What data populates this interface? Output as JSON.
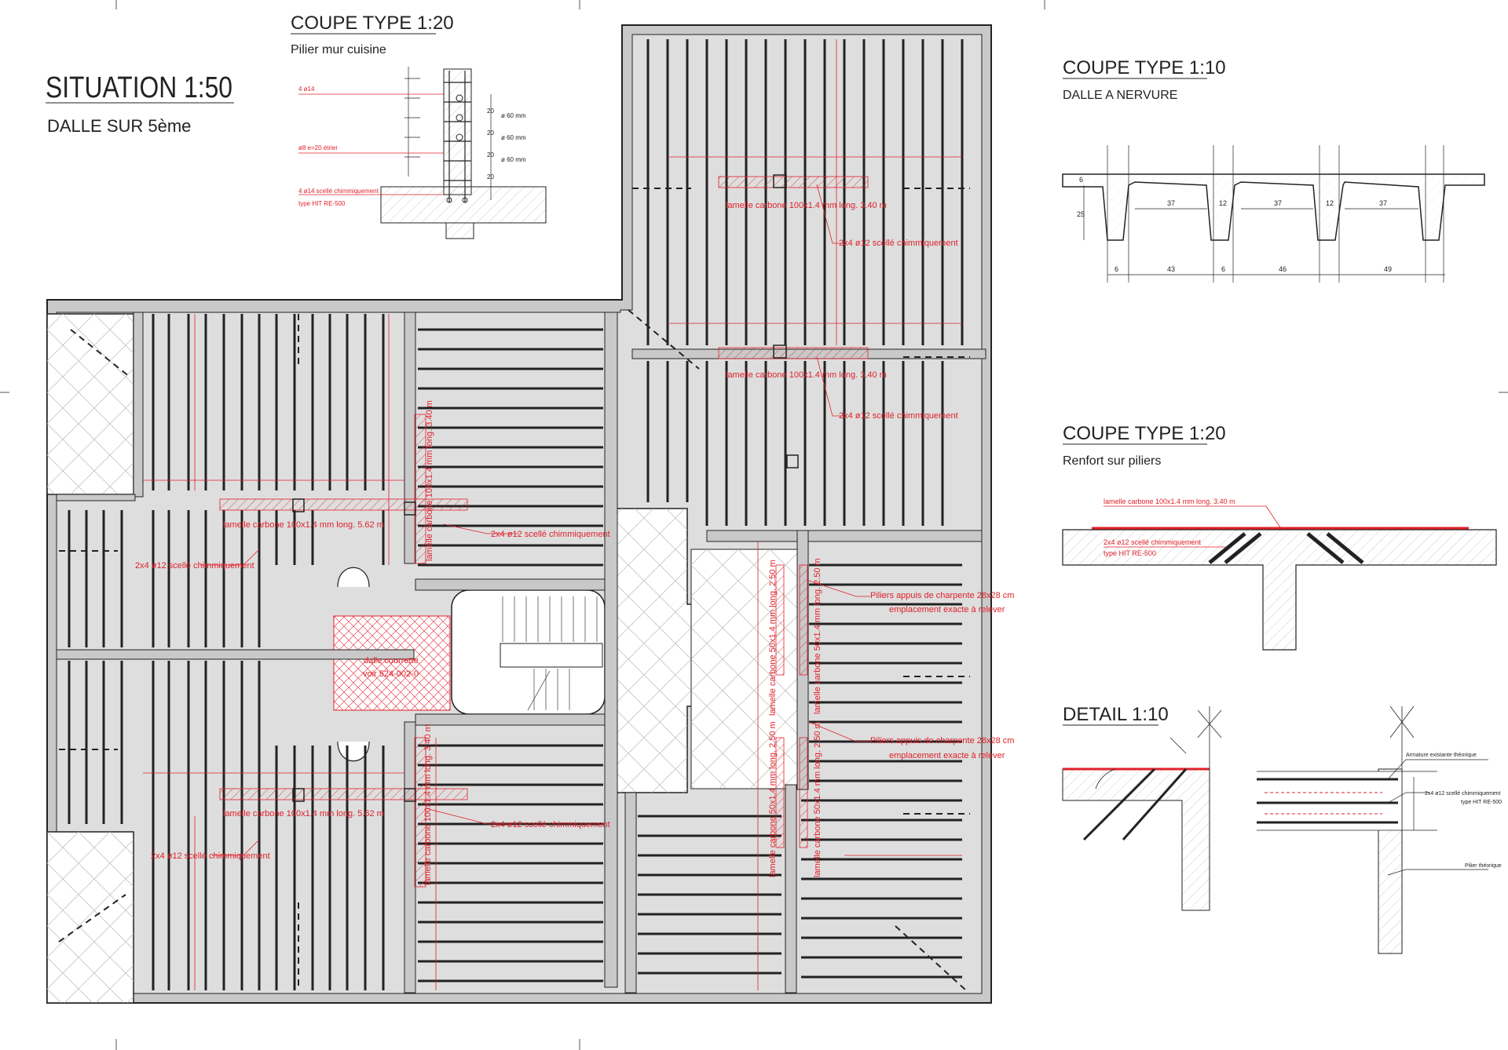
{
  "situation": {
    "title": "SITUATION 1:50",
    "subtitle": "DALLE SUR 5ème"
  },
  "coupe_pilier": {
    "title": "COUPE TYPE 1:20",
    "subtitle": "Pilier mur cuisine",
    "notes": [
      "4 ø14",
      "ø8 e=20 étrier",
      "4 ø14 scellé chimmiquement",
      "type HIT RE-500"
    ],
    "dims": [
      "ø 60 mm",
      "ø 60 mm",
      "ø 60 mm",
      "20",
      "20",
      "20",
      "20"
    ]
  },
  "coupe_nervure": {
    "title": "COUPE TYPE 1:10",
    "subtitle": "DALLE A NERVURE",
    "dims_top": [
      "37",
      "12",
      "37",
      "12",
      "37"
    ],
    "dims_bottom": [
      "6",
      "43",
      "6",
      "46",
      "49"
    ],
    "dims_side": [
      "6",
      "25"
    ]
  },
  "coupe_piliers": {
    "title": "COUPE TYPE 1:20",
    "subtitle": "Renfort sur piliers",
    "note1": "lamelle carbone 100x1.4 mm long. 3.40 m",
    "note2": "2x4 ø12 scellé chimmiquement",
    "note3": "type HIT RE-500"
  },
  "detail": {
    "title": "DETAIL 1:10",
    "notes": [
      "Armature existante théorique",
      "2x4 ø12 scellé chimmiquement",
      "type HIT RE-500",
      "Pilier théorique"
    ]
  },
  "plan_labels": {
    "lamelle_562_a": "lamelle carbone 100x1.4 mm long. 5.62 m",
    "lamelle_562_b": "lamelle carbone 100x1.4 mm long. 5.62 m",
    "lamelle_340_a": "lamelle carbone 100x1.4 mm long. 3.40 m",
    "lamelle_340_b": "lamelle carbone 100x1.4 mm long. 3.40 m",
    "lamelle_340_v1": "lamelle carbone 100x1.4 mm long. 3.40 m",
    "lamelle_340_v2": "lamelle carbone 100x1.4 mm long. 3.40 m",
    "lamelle_250_v1": "lamelle carbone 50x1.4 mm long. 2.50 m",
    "lamelle_250_v2": "lamelle carbone 50x1.4 mm long. 2.50 m",
    "lamelle_250_v3": "lamelle carbone 50x1.4 mm long. 2.50 m",
    "lamelle_250_v4": "lamelle carbone 50x1.4 mm long. 2.50 m",
    "scelle_1": "2x4 ø12 scellé chimmiquement",
    "scelle_2": "2x4 ø12 scellé chimmiquement",
    "scelle_3": "2x4 ø12 scellé chimmiquement",
    "scelle_4": "2x4 ø12 scellé chimmiquement",
    "scelle_5": "2x4 ø12 scellé chimmiquement",
    "scelle_6": "2x4 ø12 scellé chimmiquement",
    "piliers_1a": "Piliers appuis de charpente 28x28 cm",
    "piliers_1b": "emplacement exacte à relever",
    "piliers_2a": "Piliers appuis de charpente 28x28 cm",
    "piliers_2b": "emplacement exacte à relever",
    "dalle_a": "dalle courrette",
    "dalle_b": "voir 524-002-0"
  },
  "colors": {
    "red": "#e0202a",
    "slab": "#dcdcdc",
    "wall": "#bdbdbd",
    "line": "#222222"
  }
}
